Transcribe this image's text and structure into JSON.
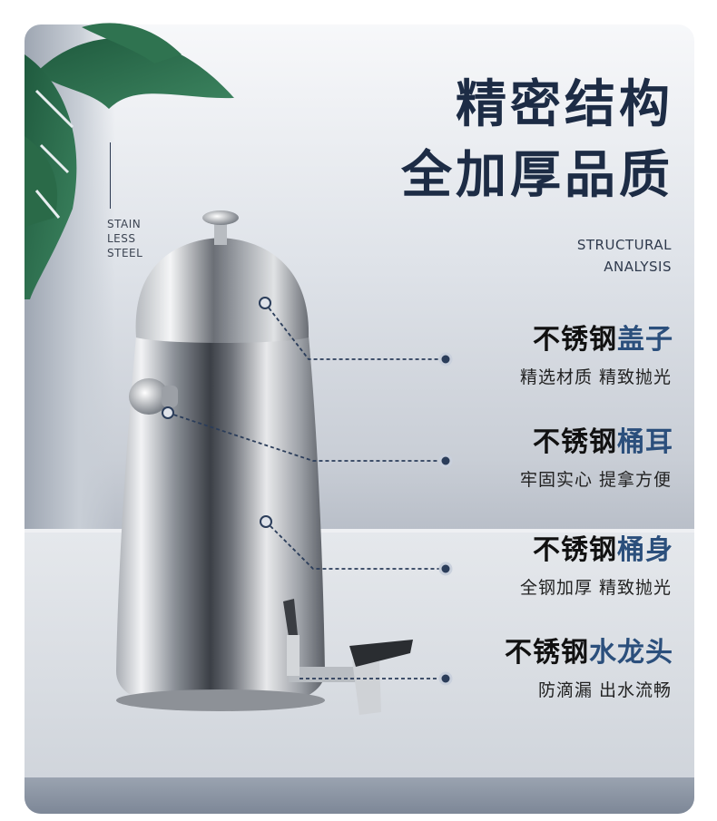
{
  "heading": {
    "line1": "精密结构",
    "line2": "全加厚品质"
  },
  "material_label": {
    "line1": "STAIN",
    "line2": "LESS",
    "line3": "STEEL"
  },
  "analysis_label": {
    "line1": "STRUCTURAL",
    "line2": "ANALYSIS"
  },
  "features": [
    {
      "prefix": "不锈钢",
      "highlight": "盖子",
      "sub": "精选材质 精致抛光"
    },
    {
      "prefix": "不锈钢",
      "highlight": "桶耳",
      "sub": "牢固实心 提拿方便"
    },
    {
      "prefix": "不锈钢",
      "highlight": "桶身",
      "sub": "全钢加厚 精致抛光"
    },
    {
      "prefix": "不锈钢",
      "highlight": "水龙头",
      "sub": "防滴漏 出水流畅"
    }
  ],
  "colors": {
    "accent": "#2b4f7c",
    "heading": "#1d2c45"
  }
}
